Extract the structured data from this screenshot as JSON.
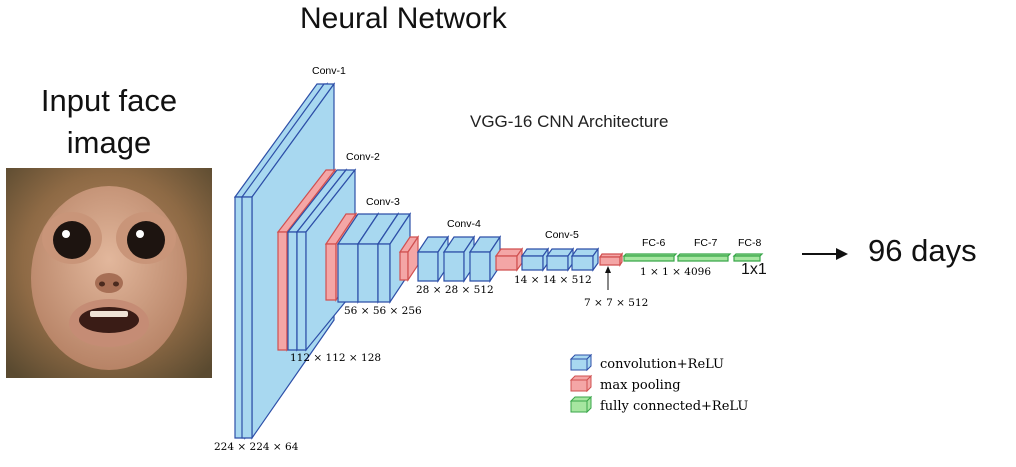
{
  "title": "Neural Network",
  "input_label": "Input face image",
  "output_label": "96 days",
  "arrow_symbol": "→",
  "diagram_title": "VGG-16 CNN Architecture",
  "layers": {
    "conv1": "Conv-1",
    "conv2": "Conv-2",
    "conv3": "Conv-3",
    "conv4": "Conv-4",
    "conv5": "Conv-5",
    "fc6": "FC-6",
    "fc7": "FC-7",
    "fc8": "FC-8"
  },
  "dimensions": {
    "d224": "224 × 224 × 64",
    "d112": "112 × 112 × 128",
    "d56": "56 × 56 × 256",
    "d28": "28 × 28 × 512",
    "d14": "14 × 14 × 512",
    "d7": "7 × 7 × 512",
    "d1": "1 × 1 × 4096",
    "d1x1": "1x1"
  },
  "legend": [
    {
      "label": "convolution+ReLU",
      "color": "#a8d8f0",
      "edge": "#2d4fa8"
    },
    {
      "label": "max pooling",
      "color": "#f4a6a6",
      "edge": "#d05050"
    },
    {
      "label": "fully connected+ReLU",
      "color": "#a6e6a0",
      "edge": "#3aa64a"
    }
  ],
  "colors": {
    "conv_fill": "#a8d8f0",
    "conv_edge": "#2d4fa8",
    "pool_fill": "#f4a6a6",
    "pool_edge": "#d05050",
    "fc_fill": "#a6e6a0",
    "fc_edge": "#3aa64a",
    "layer_label": "#2aa6b3"
  }
}
